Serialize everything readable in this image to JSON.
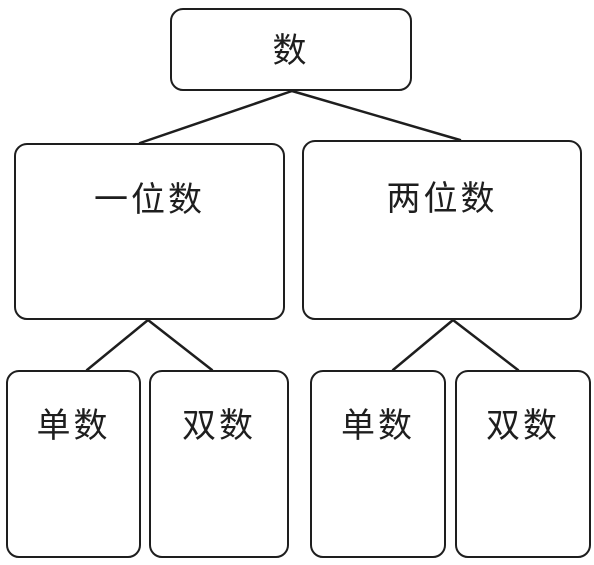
{
  "diagram": {
    "root": {
      "label": "数"
    },
    "one_digit": {
      "label": "一位数",
      "children": [
        {
          "label": "单数"
        },
        {
          "label": "双数"
        }
      ]
    },
    "two_digit": {
      "label": "两位数",
      "children": [
        {
          "label": "单数"
        },
        {
          "label": "双数"
        }
      ]
    }
  },
  "colors": {
    "stroke": "#1e1e1e",
    "background": "#ffffff"
  }
}
